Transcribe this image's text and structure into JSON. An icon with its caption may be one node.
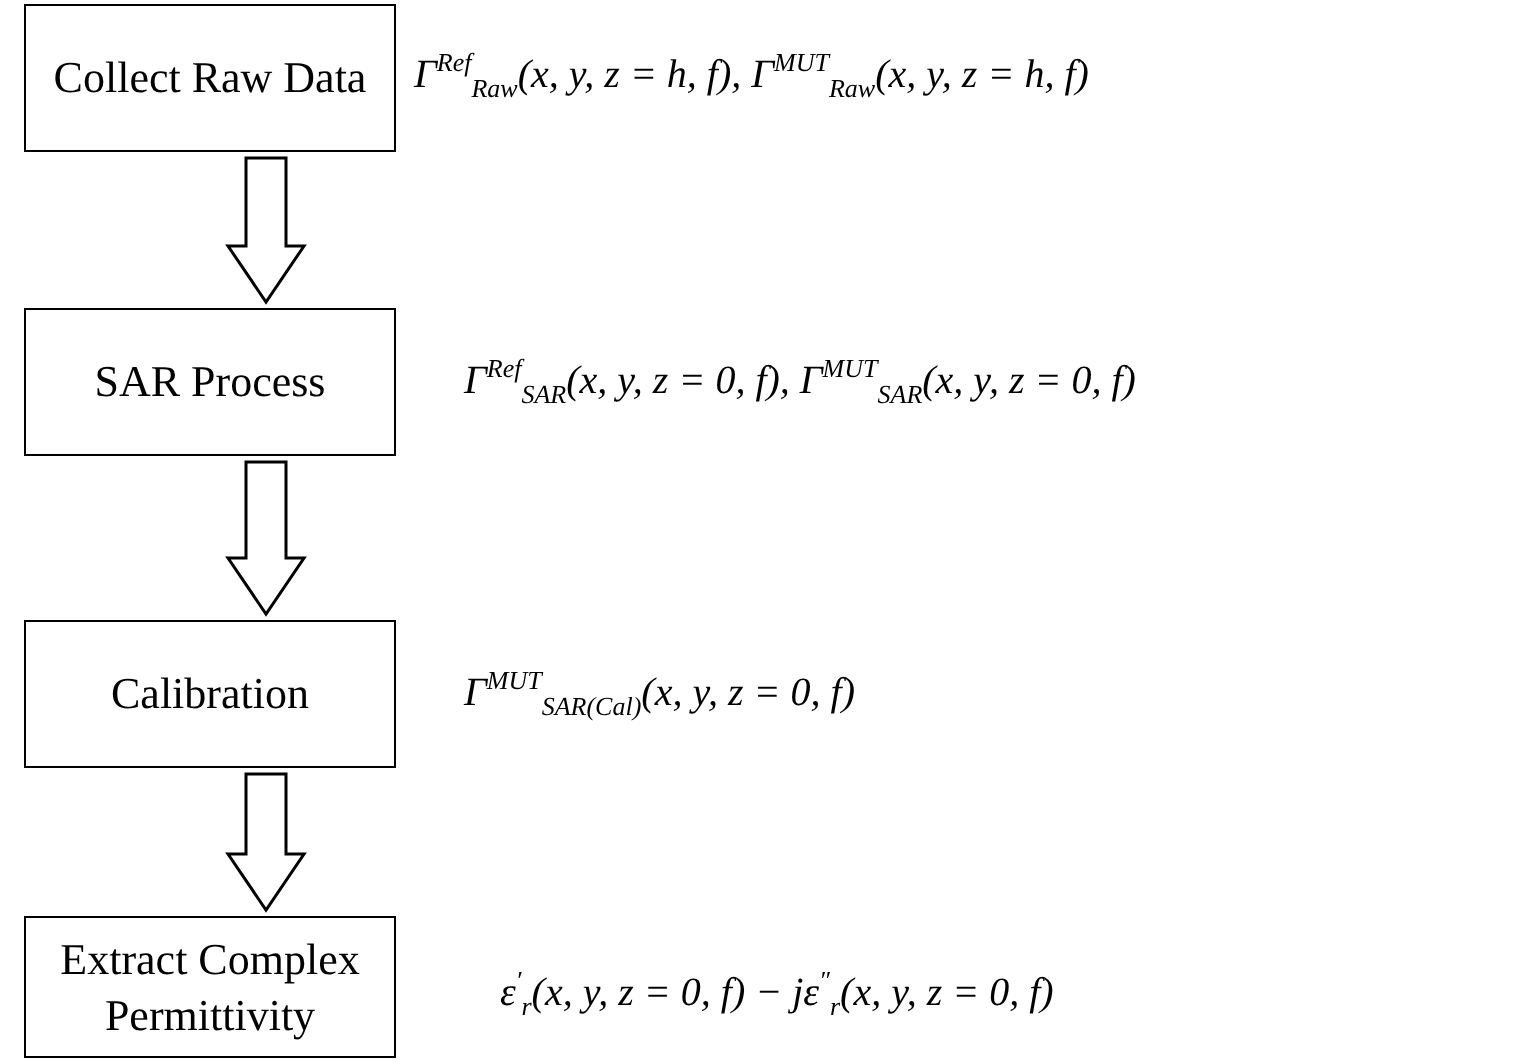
{
  "diagram": {
    "nodes": [
      {
        "text": [
          "Collect Raw Data"
        ],
        "beside": [
          "Γ$^{Ref}$$_{Raw}$(x, y, z = h, f), Γ$^{MUT}$$_{Raw}$(x, y, z = h, f)"
        ]
      },
      {
        "text": [
          "SAR Process"
        ],
        "beside": [
          "Γ$^{Ref}$$_{SAR}$(x, y, z = 0, f), Γ$^{MUT}$$_{SAR}$(x, y, z = 0, f)"
        ]
      },
      {
        "text": [
          "Calibration"
        ],
        "beside": [
          "Γ$^{MUT}$$_{SAR(Cal)}$(x, y, z = 0, f)"
        ]
      },
      {
        "text": [
          "Extract Complex Permittivity"
        ],
        "beside": [
          "ε$^{′}$$_{r}$(x, y, z = 0, f) − jε$^{″}$$_{r}$(x, y, z = 0, f)"
        ]
      }
    ],
    "edges": [
      {
        "from": 0,
        "to": 1,
        "arrow": "to"
      },
      {
        "from": 1,
        "to": 2,
        "arrow": "to"
      },
      {
        "from": 2,
        "to": 3,
        "arrow": "to"
      }
    ]
  }
}
